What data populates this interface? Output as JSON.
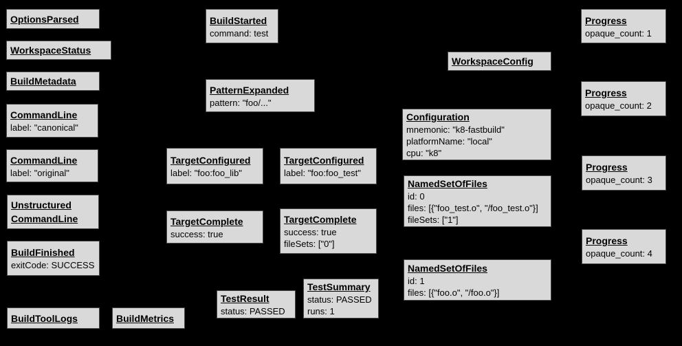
{
  "canvas": {
    "background_color": "#000000",
    "node_fill_color": "#d9d9d9",
    "node_border_color": "#4a4a4a",
    "text_color": "#000000"
  },
  "nodes": [
    {
      "id": "options-parsed",
      "title": "OptionsParsed",
      "lines": []
    },
    {
      "id": "workspace-status",
      "title": "WorkspaceStatus",
      "lines": []
    },
    {
      "id": "build-metadata",
      "title": "BuildMetadata",
      "lines": []
    },
    {
      "id": "command-line-canonical",
      "title": "CommandLine",
      "lines": [
        "label: \"canonical\""
      ]
    },
    {
      "id": "command-line-original",
      "title": "CommandLine",
      "lines": [
        "label: \"original\""
      ]
    },
    {
      "id": "unstructured-command-line",
      "title": "Unstructured CommandLine",
      "lines": []
    },
    {
      "id": "build-finished",
      "title": "BuildFinished",
      "lines": [
        "exitCode: SUCCESS"
      ]
    },
    {
      "id": "build-tool-logs",
      "title": "BuildToolLogs",
      "lines": []
    },
    {
      "id": "build-metrics",
      "title": "BuildMetrics",
      "lines": []
    },
    {
      "id": "build-started",
      "title": "BuildStarted",
      "lines": [
        "command: test"
      ]
    },
    {
      "id": "pattern-expanded",
      "title": "PatternExpanded",
      "lines": [
        "pattern: \"foo/...\""
      ]
    },
    {
      "id": "target-configured-foo-lib",
      "title": "TargetConfigured",
      "lines": [
        "label: \"foo:foo_lib\""
      ]
    },
    {
      "id": "target-configured-foo-test",
      "title": "TargetConfigured",
      "lines": [
        "label: \"foo:foo_test\""
      ]
    },
    {
      "id": "target-complete-foo-lib",
      "title": "TargetComplete",
      "lines": [
        "success: true"
      ]
    },
    {
      "id": "target-complete-foo-test",
      "title": "TargetComplete",
      "lines": [
        "success: true",
        "fileSets: [\"0\"]"
      ]
    },
    {
      "id": "test-result",
      "title": "TestResult",
      "lines": [
        "status: PASSED"
      ]
    },
    {
      "id": "test-summary",
      "title": "TestSummary",
      "lines": [
        "status: PASSED",
        "runs: 1"
      ]
    },
    {
      "id": "workspace-config",
      "title": "WorkspaceConfig",
      "lines": []
    },
    {
      "id": "configuration",
      "title": "Configuration",
      "lines": [
        "mnemonic: \"k8-fastbuild\"",
        "platformName: \"local\"",
        "cpu: \"k8\""
      ]
    },
    {
      "id": "named-set-of-files-0",
      "title": "NamedSetOfFiles",
      "lines": [
        "id: 0",
        "files: [{\"foo_test.o\", \"/foo_test.o\"}]",
        "fileSets: [\"1\"]"
      ]
    },
    {
      "id": "named-set-of-files-1",
      "title": "NamedSetOfFiles",
      "lines": [
        "id: 1",
        "files: [{\"foo.o\", \"/foo.o\"}]"
      ]
    },
    {
      "id": "progress-1",
      "title": "Progress",
      "lines": [
        "opaque_count: 1"
      ]
    },
    {
      "id": "progress-2",
      "title": "Progress",
      "lines": [
        "opaque_count: 2"
      ]
    },
    {
      "id": "progress-3",
      "title": "Progress",
      "lines": [
        "opaque_count: 3"
      ]
    },
    {
      "id": "progress-4",
      "title": "Progress",
      "lines": [
        "opaque_count: 4"
      ]
    }
  ]
}
